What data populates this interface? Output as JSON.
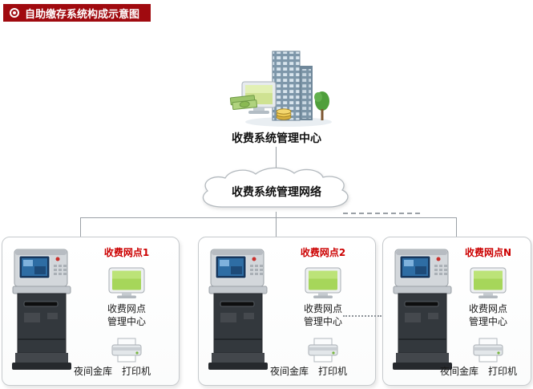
{
  "header": {
    "title": "自助缴存系统构成示意图"
  },
  "management_center": {
    "label": "收费系统管理中心"
  },
  "network": {
    "label": "收费系统管理网络"
  },
  "branches": [
    {
      "title": "收费网点1",
      "management_line1": "收费网点",
      "management_line2": "管理中心",
      "vault_label": "夜间金库",
      "printer_label": "打印机"
    },
    {
      "title": "收费网点2",
      "management_line1": "收费网点",
      "management_line2": "管理中心",
      "vault_label": "夜间金库",
      "printer_label": "打印机"
    },
    {
      "title": "收费网点N",
      "management_line1": "收费网点",
      "management_line2": "管理中心",
      "vault_label": "夜间金库",
      "printer_label": "打印机"
    }
  ],
  "colors": {
    "header_bg": "#a00a0f",
    "branch_title": "#cc0000",
    "connector": "#9aa0a6"
  },
  "icons": {
    "header_bullet": "bullet-dot-icon",
    "building": "office-building-with-cash",
    "cloud": "network-cloud",
    "kiosk": "self-service-deposit-kiosk",
    "monitor": "desktop-monitor",
    "printer": "printer"
  }
}
